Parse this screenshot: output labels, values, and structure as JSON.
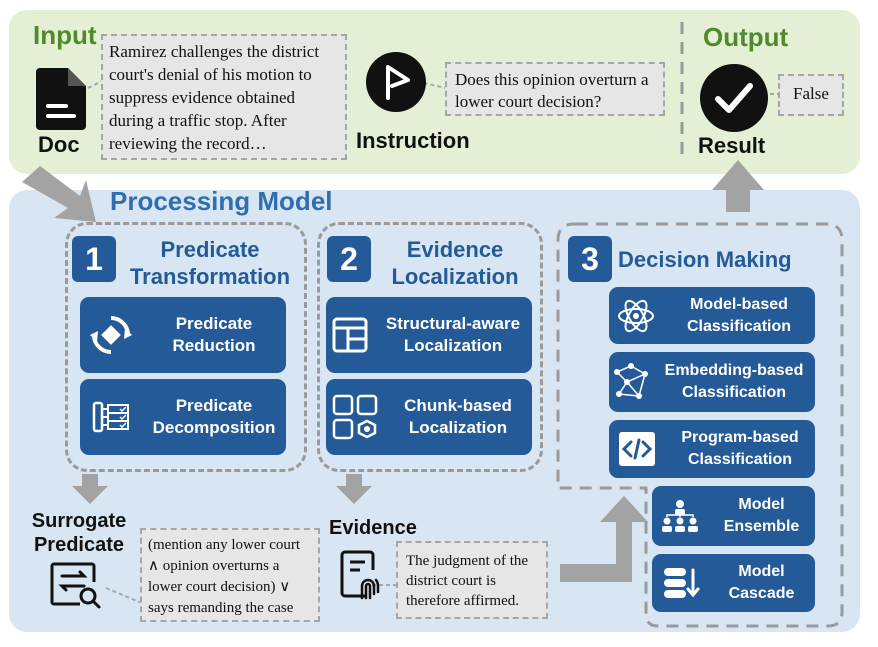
{
  "input": {
    "title": "Input",
    "doc_label": "Doc",
    "doc_text": "Ramirez challenges the district court's denial of his motion to suppress evidence obtained during a traffic stop. After reviewing the record…",
    "instruction_label": "Instruction",
    "instruction_text": "Does this opinion overturn a lower court decision?"
  },
  "output": {
    "title": "Output",
    "result_label": "Result",
    "result_value": "False"
  },
  "processing": {
    "title": "Processing Model",
    "step1": {
      "number": "1",
      "title_line1": "Predicate",
      "title_line2": "Transformation",
      "items": [
        {
          "line1": "Predicate",
          "line2": "Reduction",
          "icon": "cycle-icon"
        },
        {
          "line1": "Predicate",
          "line2": "Decomposition",
          "icon": "decomposition-icon"
        }
      ]
    },
    "step2": {
      "number": "2",
      "title_line1": "Evidence",
      "title_line2": "Localization",
      "items": [
        {
          "line1": "Structural-aware",
          "line2": "Localization",
          "icon": "layout-icon"
        },
        {
          "line1": "Chunk-based",
          "line2": "Localization",
          "icon": "chunks-icon"
        }
      ]
    },
    "step3": {
      "number": "3",
      "title": "Decision Making",
      "items": [
        {
          "line1": "Model-based",
          "line2": "Classification",
          "icon": "atom-icon"
        },
        {
          "line1": "Embedding-based",
          "line2": "Classification",
          "icon": "network-icon"
        },
        {
          "line1": "Program-based",
          "line2": "Classification",
          "icon": "code-icon"
        },
        {
          "line1": "Model",
          "line2": "Ensemble",
          "icon": "ensemble-icon"
        },
        {
          "line1": "Model",
          "line2": "Cascade",
          "icon": "cascade-icon"
        }
      ]
    },
    "surrogate": {
      "label_line1": "Surrogate",
      "label_line2": "Predicate",
      "text": "(mention any lower court ∧ opinion overturns a lower court decision) ∨ says remanding the case"
    },
    "evidence": {
      "label": "Evidence",
      "text": "The judgment of the district court is therefore affirmed."
    }
  },
  "colors": {
    "top_panel": "#e5efd5",
    "main_panel": "#d8e6f4",
    "accent_blue": "#255a98",
    "green_label": "#4f8a2b",
    "arrow_gray": "#a3a3a3"
  }
}
